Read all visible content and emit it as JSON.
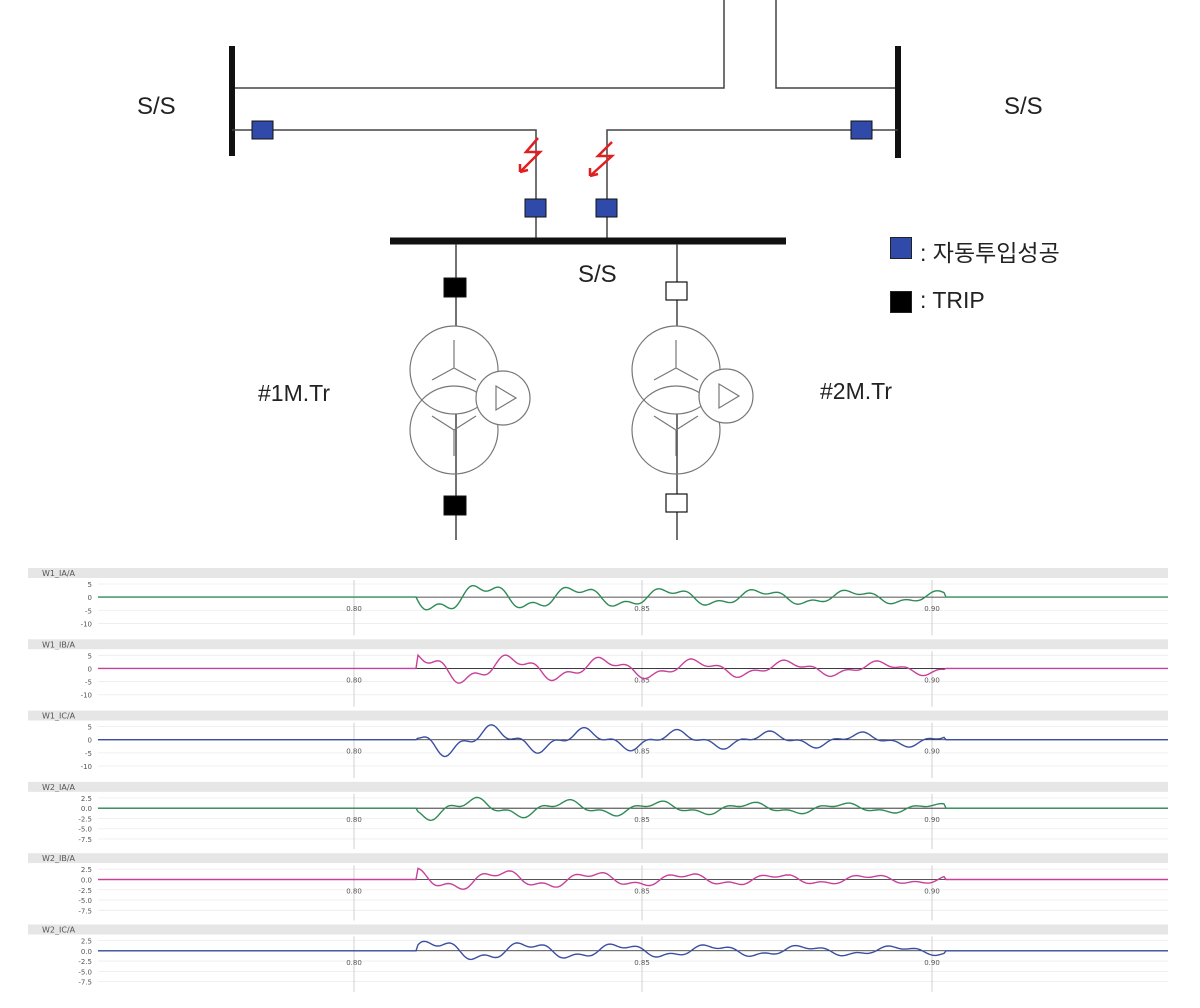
{
  "diagram": {
    "substation_left": "S/S",
    "substation_right": "S/S",
    "substation_center": "S/S",
    "transformer_1": "#1M.Tr",
    "transformer_2": "#2M.Tr",
    "legend": {
      "auto_reclose": ":  자동투입성공",
      "trip": ":  TRIP",
      "auto_reclose_color": "#2f4aa8",
      "trip_color": "#000000"
    },
    "fault_color": "#e02020"
  },
  "chart_data": {
    "type": "line",
    "x_ticks": [
      "0.80",
      "0.85",
      "0.90"
    ],
    "series": [
      {
        "name": "W1_IA/A",
        "color": "#2e8b57",
        "y_ticks": [
          "5",
          "0",
          "-5",
          "-10"
        ]
      },
      {
        "name": "W1_IB/A",
        "color": "#c8409a",
        "y_ticks": [
          "5",
          "0",
          "-5",
          "-10"
        ]
      },
      {
        "name": "W1_IC/A",
        "color": "#3a4fa0",
        "y_ticks": [
          "5",
          "0",
          "-5",
          "-10"
        ]
      },
      {
        "name": "W2_IA/A",
        "color": "#2e8b57",
        "y_ticks": [
          "2.5",
          "0.0",
          "-2.5",
          "-5.0",
          "-7.5"
        ]
      },
      {
        "name": "W2_IB/A",
        "color": "#c8409a",
        "y_ticks": [
          "2.5",
          "0.0",
          "-2.5",
          "-5.0",
          "-7.5"
        ]
      },
      {
        "name": "W2_IC/A",
        "color": "#3a4fa0",
        "y_ticks": [
          "2.5",
          "0.0",
          "-2.5",
          "-5.0",
          "-7.5"
        ]
      }
    ]
  }
}
